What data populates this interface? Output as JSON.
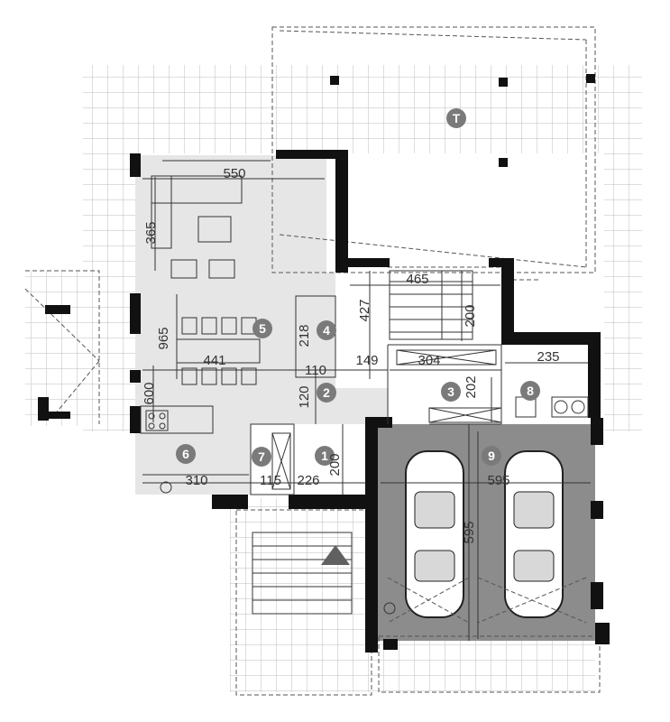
{
  "rooms": [
    {
      "id": "T",
      "label": "T"
    },
    {
      "id": "1",
      "label": "1"
    },
    {
      "id": "2",
      "label": "2"
    },
    {
      "id": "3",
      "label": "3"
    },
    {
      "id": "4",
      "label": "4"
    },
    {
      "id": "5",
      "label": "5"
    },
    {
      "id": "6",
      "label": "6"
    },
    {
      "id": "7",
      "label": "7"
    },
    {
      "id": "8",
      "label": "8"
    },
    {
      "id": "9",
      "label": "9"
    }
  ],
  "dimensions": {
    "d550": "550",
    "d365": "365",
    "d465": "465",
    "d427": "427",
    "d200a": "200",
    "d965": "965",
    "d218": "218",
    "d110": "110",
    "d149": "149",
    "d441": "441",
    "d304": "304",
    "d235": "235",
    "d202": "202",
    "d600": "600",
    "d120": "120",
    "d310": "310",
    "d115": "115",
    "d226": "226",
    "d200b": "200",
    "d595a": "595",
    "d595b": "595"
  },
  "colors": {
    "terrace_grid": "#bdbdbd",
    "living_floor": "#e6e6e6",
    "garage_floor": "#8c8c8c",
    "marker": "#7a7a7a",
    "wall": "#111111"
  }
}
